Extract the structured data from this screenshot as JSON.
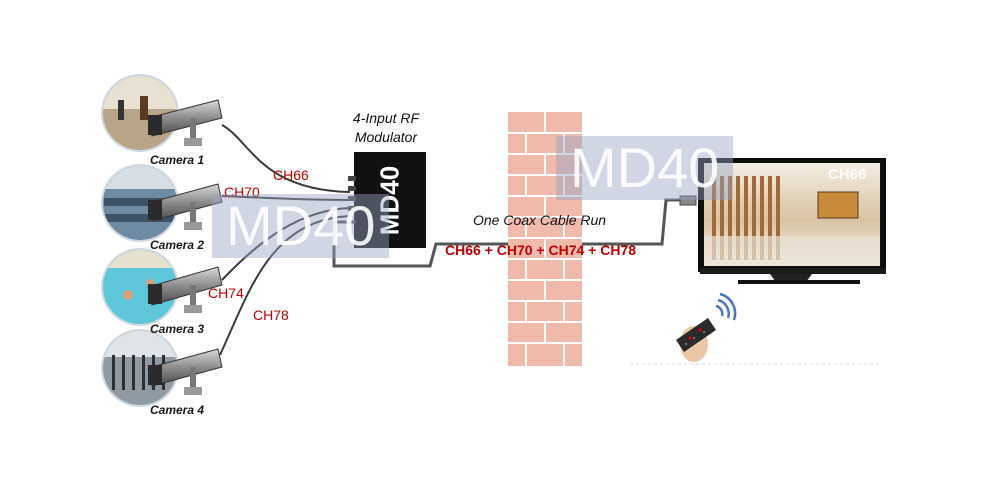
{
  "cameras": [
    {
      "label": "Camera 1",
      "channel": "CH66"
    },
    {
      "label": "Camera 2",
      "channel": "CH70"
    },
    {
      "label": "Camera 3",
      "channel": "CH74"
    },
    {
      "label": "Camera 4",
      "channel": "CH78"
    }
  ],
  "modulator": {
    "caption_line1": "4-Input RF",
    "caption_line2": "Modulator",
    "body_text": "MD40"
  },
  "cable": {
    "label": "One Coax Cable Run",
    "channels_combined": "CH66 + CH70 + CH74 + CH78"
  },
  "tv": {
    "channel_display": "CH66"
  },
  "watermark": "MD40",
  "colors": {
    "channel_text": "#c00000",
    "brick": "#e8a99a",
    "modulator": "#111111",
    "watermark": "#96a5c3"
  }
}
